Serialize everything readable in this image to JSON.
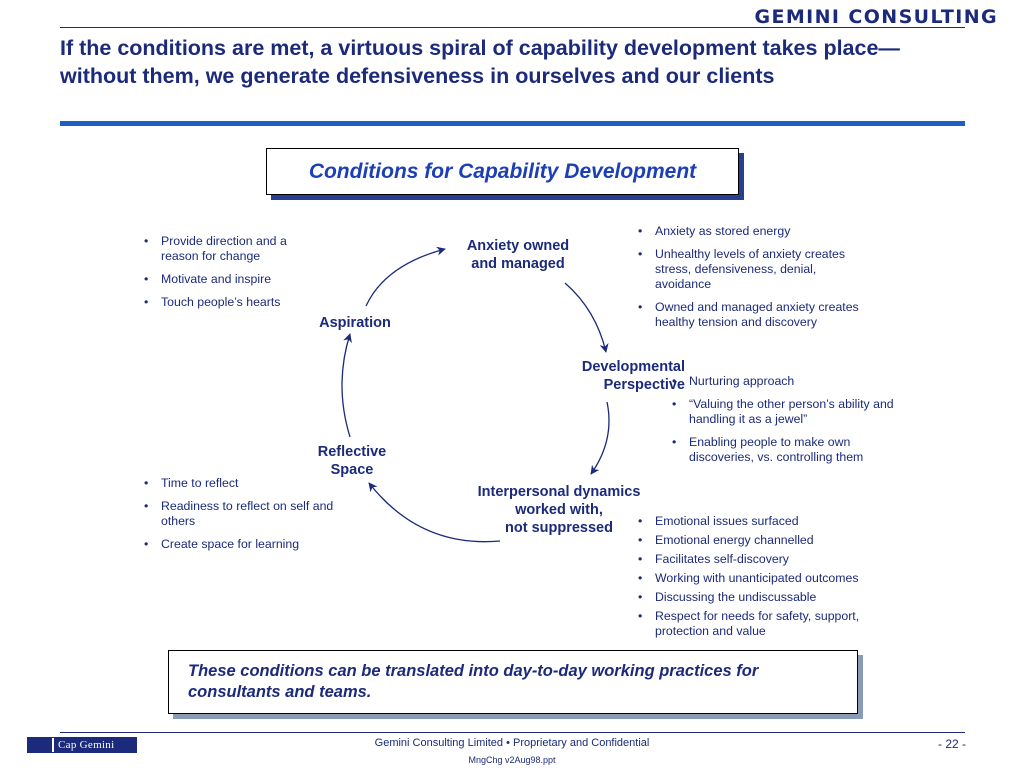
{
  "brand": "GEMINI CONSULTING",
  "headline": "If the conditions are met, a virtuous spiral of capability development takes place—without them, we generate defensiveness in ourselves and our clients",
  "conditions_title": "Conditions for Capability Development",
  "nodes": {
    "anxiety": [
      "Anxiety owned",
      "and managed"
    ],
    "developmental": [
      "Developmental",
      "Perspective"
    ],
    "interpersonal": [
      "Interpersonal dynamics",
      "worked with,",
      "not suppressed"
    ],
    "reflective": [
      "Reflective",
      "Space"
    ],
    "aspiration": [
      "Aspiration"
    ]
  },
  "bullets": {
    "aspiration": [
      "Provide direction and a reason for change",
      "Motivate and inspire",
      "Touch people’s hearts"
    ],
    "anxiety": [
      "Anxiety as stored energy",
      "Unhealthy levels of anxiety creates stress, defensiveness, denial, avoidance",
      "Owned and managed anxiety creates healthy tension and discovery"
    ],
    "developmental": [
      "Nurturing approach",
      "“Valuing the other person’s ability and handling it as a jewel”",
      "Enabling people to make own discoveries, vs. controlling them"
    ],
    "reflective": [
      "Time to reflect",
      "Readiness to reflect on self and others",
      "Create space for learning"
    ],
    "interpersonal": [
      "Emotional issues surfaced",
      "Emotional energy channelled",
      "Facilitates self-discovery",
      "Working with unanticipated outcomes",
      "Discussing the undiscussable",
      "Respect for needs for safety, support, protection and value"
    ]
  },
  "bottom_note": "These conditions can be translated into day-to-day working practices for consultants and teams.",
  "footer": {
    "logo_text": "Cap Gemini",
    "line1": "Gemini Consulting Limited  •  Proprietary and Confidential",
    "line2": "MngChg v2Aug98.ppt",
    "page": "- 22 -"
  },
  "colors": {
    "navy": "#1b2a7a",
    "accent_blue": "#1d5fc4",
    "title_blue": "#1d3fb5"
  }
}
